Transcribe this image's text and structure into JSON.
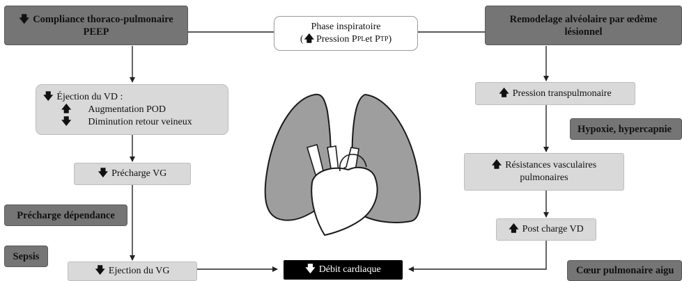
{
  "top_left": {
    "arrow": "🡇",
    "line1": "Compliance thoraco-pulmonaire",
    "line2": "PEEP"
  },
  "top_center": {
    "line1": "Phase inspiratoire",
    "open_paren": "(",
    "arrow": "🡅",
    "text_a": " Pression P",
    "sub_a": "PL",
    "text_b": " et P",
    "sub_b": "TP",
    "close_paren": ")"
  },
  "top_right": {
    "line1": "Remodelage alvéolaire par œdème",
    "line2": "lésionnel"
  },
  "ejection_vd": {
    "arrow": "🡇",
    "title": "Éjection du VD :",
    "item1_arrow": "🡅",
    "item1": "Augmentation POD",
    "item2_arrow": "🡇",
    "item2": "Diminution retour veineux"
  },
  "precharge_vg": {
    "arrow": "🡇",
    "label": "Précharge VG"
  },
  "precharge_dependance": {
    "label": "Précharge dépendance"
  },
  "sepsis": {
    "label": "Sepsis"
  },
  "ejection_vg": {
    "arrow": "🡇",
    "label": "Ejection du VG"
  },
  "debit": {
    "arrow": "🡇",
    "label": "Débit cardiaque"
  },
  "pression_transpulmonaire": {
    "arrow": "🡅",
    "label": "Pression transpulmonaire"
  },
  "hypoxie": {
    "label": "Hypoxie, hypercapnie"
  },
  "resistances": {
    "arrow": "🡅",
    "line1": "Résistances vasculaires",
    "line2": "pulmonaires"
  },
  "post_charge": {
    "arrow": "🡅",
    "label": "Post charge VD"
  },
  "coeur_pulmonaire": {
    "label": "Cœur pulmonaire aigu"
  },
  "colors": {
    "dark_box": "#757575",
    "light_box": "#d9d9d9",
    "black_box": "#000000",
    "lung_fill": "#9e9e9e"
  }
}
